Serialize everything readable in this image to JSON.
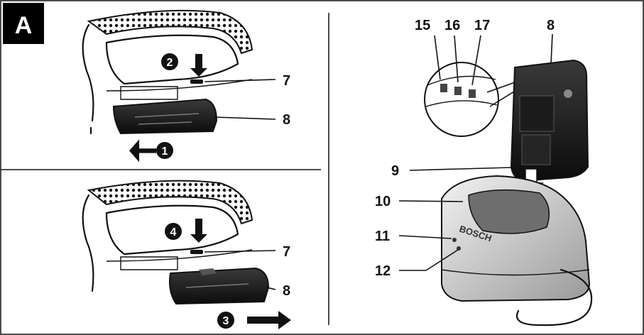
{
  "figure": {
    "badge": "A",
    "steps": [
      "1",
      "2",
      "3",
      "4"
    ],
    "labels": {
      "n7a": "7",
      "n8a": "8",
      "n7b": "7",
      "n8b": "8",
      "n15": "15",
      "n16": "16",
      "n17": "17",
      "n8c": "8",
      "n9": "9",
      "n10": "10",
      "n11": "11",
      "n12": "12"
    },
    "charger_brand": "BOSCH",
    "colors": {
      "ink": "#111111",
      "paper": "#ffffff"
    }
  }
}
